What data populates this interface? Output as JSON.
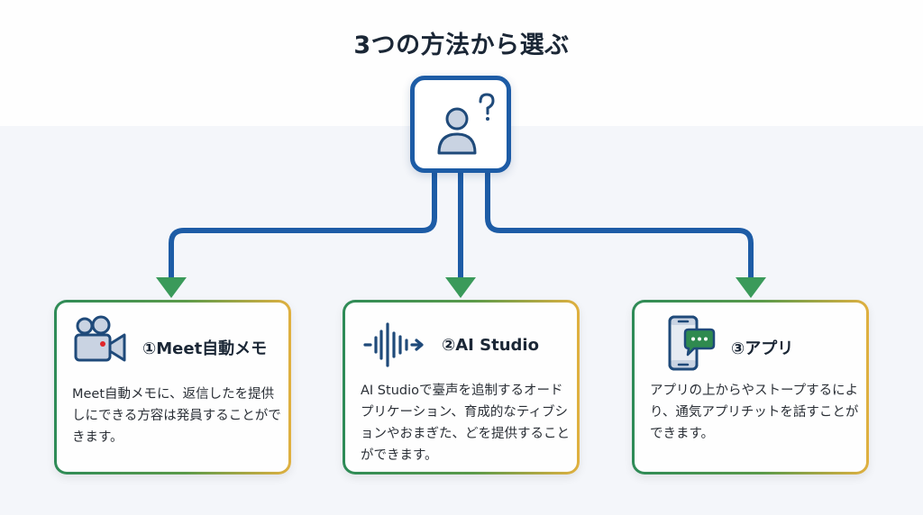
{
  "title": "3つの方法から選ぶ",
  "colors": {
    "connector": "#1d5ca6",
    "arrowhead": "#3a9a5a",
    "card_border_start": "#2e8b57",
    "card_border_end": "#e0b040",
    "icon_stroke": "#1f4a7a",
    "icon_fill": "#c9d3e2",
    "accent_red": "#e0262a",
    "chat_green": "#2f8a4f"
  },
  "root": {
    "icon": "user-question-icon"
  },
  "cards": [
    {
      "icon": "video-camera-icon",
      "title": "①Meet自動メモ",
      "text": "Meet自動メモに、返信したを提供しにできる方容は発員することができます。"
    },
    {
      "icon": "audio-wave-arrow-icon",
      "title": "②AI Studio",
      "text": "AI Studioで臺声を追制するオードプリケーション、育成的なティブションやおまぎた、どを提供することができます。"
    },
    {
      "icon": "smartphone-chat-icon",
      "title": "③アプリ",
      "text": "アプリの上からやストープするにより、通気アプリチットを話すことができます。"
    }
  ]
}
